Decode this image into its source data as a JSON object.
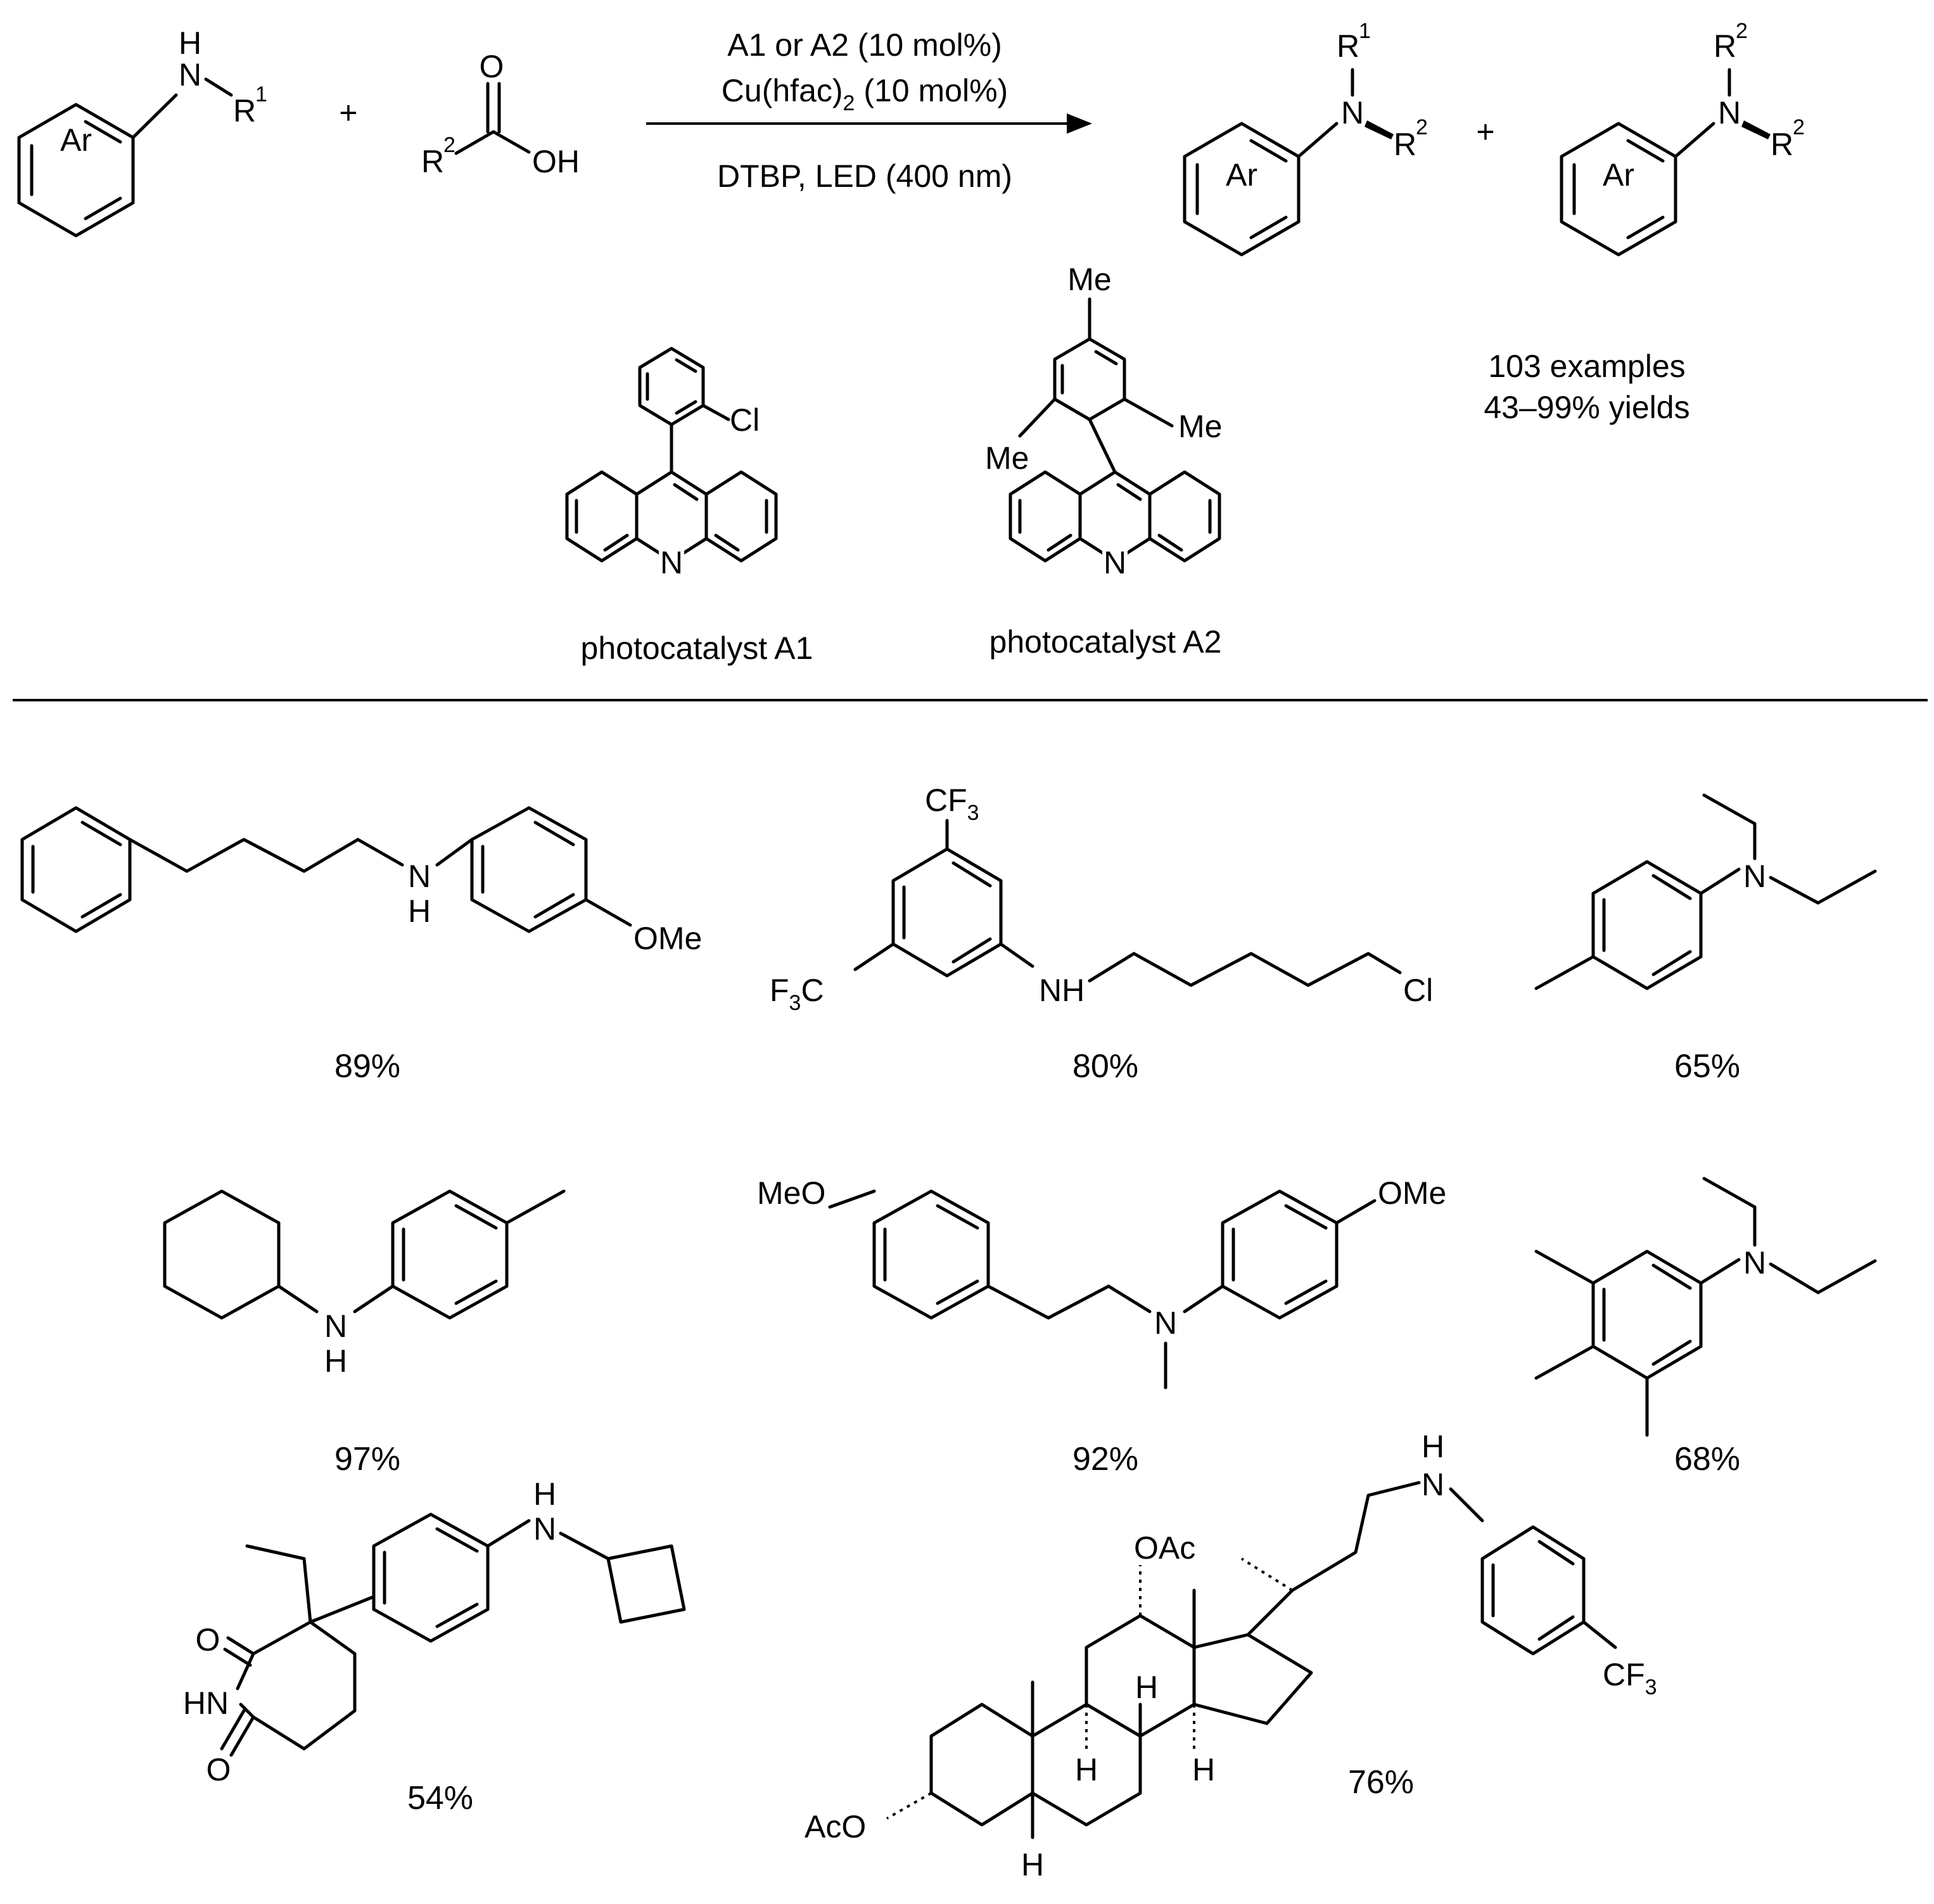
{
  "reaction": {
    "reactant1": {
      "ring": "Ar",
      "n_label": "N",
      "h_label": "H",
      "r_label": "R",
      "r_sup": "1"
    },
    "plus": "+",
    "reactant2": {
      "o_label": "O",
      "oh_label": "OH",
      "r_label": "R",
      "r_sup": "2"
    },
    "conditions": {
      "line1": "A1 or A2 (10 mol%)",
      "line2_main": "Cu(hfac)",
      "line2_sub": "2",
      "line2_tail": " (10 mol%)",
      "line3": "DTBP, LED (400 nm)"
    },
    "product1": {
      "ring": "Ar",
      "n_label": "N",
      "r_top": "R",
      "r_top_sup": "1",
      "r_right": "R",
      "r_right_sup": "2"
    },
    "product2": {
      "ring": "Ar",
      "n_label": "N",
      "r_top": "R",
      "r_top_sup": "2",
      "r_right": "R",
      "r_right_sup": "2"
    },
    "summary": {
      "line1": "103 examples",
      "line2": "43–99% yields"
    }
  },
  "catalysts": [
    {
      "caption": "photocatalyst A1",
      "substituent": "Cl",
      "n_label": "N"
    },
    {
      "caption": "photocatalyst A2",
      "me_labels": [
        "Me",
        "Me",
        "Me"
      ],
      "n_label": "N"
    }
  ],
  "examples": [
    {
      "yield": "89%",
      "labels": [
        "N",
        "H",
        "OMe"
      ]
    },
    {
      "yield": "80%",
      "labels": [
        "CF",
        "3",
        "F",
        "3",
        "C",
        "NH",
        "Cl"
      ]
    },
    {
      "yield": "65%",
      "labels": [
        "N"
      ]
    },
    {
      "yield": "97%",
      "labels": [
        "N",
        "H"
      ]
    },
    {
      "yield": "92%",
      "labels": [
        "MeO",
        "OMe",
        "N"
      ]
    },
    {
      "yield": "68%",
      "labels": [
        "N"
      ]
    },
    {
      "yield": "54%",
      "labels": [
        "O",
        "HN",
        "O",
        "H",
        "N"
      ]
    },
    {
      "yield": "76%",
      "labels": [
        "OAc",
        "AcO",
        "H",
        "H",
        "H",
        "H",
        "CF",
        "3"
      ]
    }
  ]
}
